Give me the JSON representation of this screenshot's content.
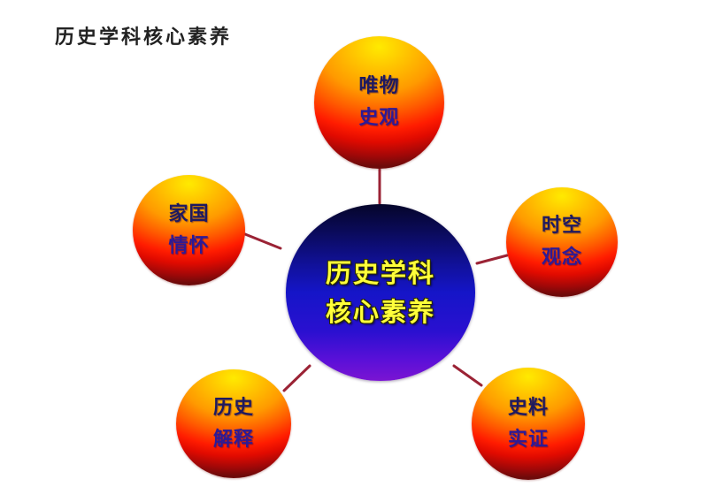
{
  "title": "历史学科核心素养",
  "colors": {
    "connector": "#9b2335",
    "center_text": "#ffff3a",
    "node_text_primary": "#1e1a60",
    "node_text_secondary": "#2d1a96",
    "node_gradient_top": "#ffea00",
    "node_gradient_mid": "#ff1c00",
    "node_gradient_bottom": "#6e0a0a",
    "center_gradient_top": "#05052a",
    "center_gradient_mid": "#1515c8",
    "center_gradient_bottom": "#7a14d2"
  },
  "center": {
    "line1": "历史学科",
    "line2": "核心素养"
  },
  "nodes": [
    {
      "id": "materialism",
      "line1": "唯物",
      "line2": "史观"
    },
    {
      "id": "space-time",
      "line1": "时空",
      "line2": "观念"
    },
    {
      "id": "evidence",
      "line1": "史料",
      "line2": "实证"
    },
    {
      "id": "interpretation",
      "line1": "历史",
      "line2": "解释"
    },
    {
      "id": "patriotism",
      "line1": "家国",
      "line2": "情怀"
    }
  ]
}
